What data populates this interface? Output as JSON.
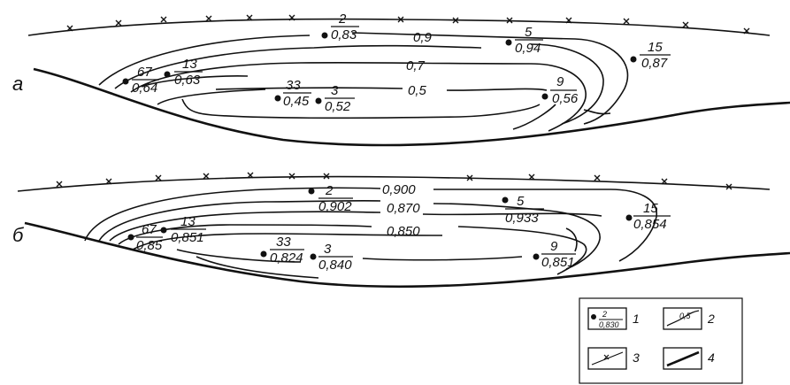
{
  "panels": [
    {
      "letter": "а",
      "isolines": [
        "0,9",
        "0,7",
        "0,5"
      ],
      "wells": [
        {
          "num": "2",
          "val": "0,83"
        },
        {
          "num": "5",
          "val": "0,94"
        },
        {
          "num": "15",
          "val": "0,87"
        },
        {
          "num": "67",
          "val": "0,64"
        },
        {
          "num": "13",
          "val": "0,63"
        },
        {
          "num": "33",
          "val": "0,45"
        },
        {
          "num": "3",
          "val": "0,52"
        },
        {
          "num": "9",
          "val": "0,56"
        }
      ]
    },
    {
      "letter": "б",
      "isolines": [
        "0,900",
        "0,870",
        "0,850"
      ],
      "wells": [
        {
          "num": "2",
          "val": "0,902"
        },
        {
          "num": "5",
          "val": "0,933"
        },
        {
          "num": "15",
          "val": "0,854"
        },
        {
          "num": "67",
          "val": "0,85"
        },
        {
          "num": "13",
          "val": "0,851"
        },
        {
          "num": "33",
          "val": "0,824"
        },
        {
          "num": "3",
          "val": "0,840"
        },
        {
          "num": "9",
          "val": "0,851"
        }
      ]
    }
  ],
  "legend": [
    {
      "number": "1",
      "sample_num": "2",
      "sample_val": "0,830",
      "symbol": "well-point"
    },
    {
      "number": "2",
      "sample_iso": "0,5",
      "symbol": "isoline"
    },
    {
      "number": "3",
      "symbol": "crossed-line"
    },
    {
      "number": "4",
      "symbol": "thick-line"
    }
  ]
}
